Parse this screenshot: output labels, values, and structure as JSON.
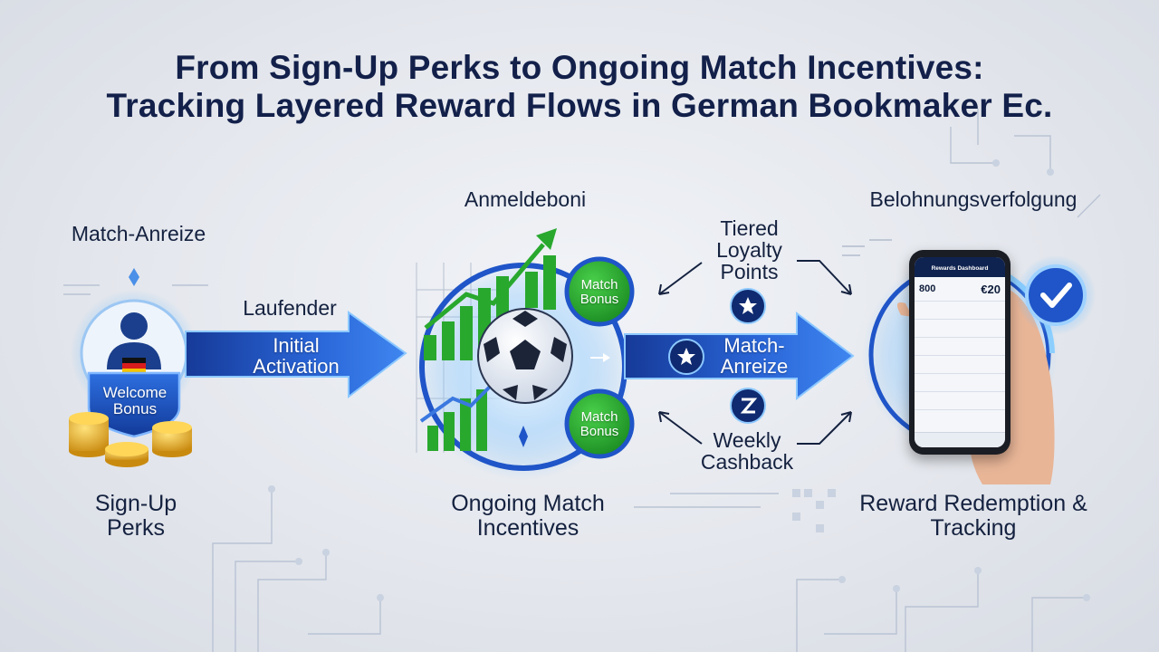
{
  "title": {
    "line1": "From Sign-Up Perks to Ongoing Match Incentives:",
    "line2": "Tracking Layered Reward Flows in German Bookmaker Ec."
  },
  "labels": {
    "match_anreize_top": "Match-Anreize",
    "anmeldeboni": "Anmeldeboni",
    "belohnungsverfolgung": "Belohnungsverfolgung",
    "laufender": "Laufender",
    "tiered_loyalty_points": "Tiered Loyalty Points",
    "weekly_cashback": "Weekly Cashback"
  },
  "stages": {
    "signup": "Sign-Up Perks",
    "ongoing": "Ongoing Match Incentives",
    "redemption": "Reward Redemption & Tracking"
  },
  "shield": {
    "text": "Welcome Bonus"
  },
  "arrows": {
    "first": "Initial Activation",
    "second": "Match-Anreize"
  },
  "badges": {
    "top": "Match Bonus",
    "bottom": "Match Bonus"
  },
  "phone": {
    "header": "Rewards Dashboard",
    "amount_left": "800",
    "amount_right": "€20"
  },
  "colors": {
    "arrow_blue": "#1f55c8",
    "glow_blue": "#5fb6ff",
    "green": "#2fa52f",
    "navy": "#12204a"
  },
  "icons": [
    "person-icon",
    "germany-flag-icon",
    "coins-icon",
    "soccer-ball-icon",
    "growth-chart-icon",
    "star-icon",
    "cashback-icon",
    "checkmark-icon",
    "hand-icon"
  ]
}
